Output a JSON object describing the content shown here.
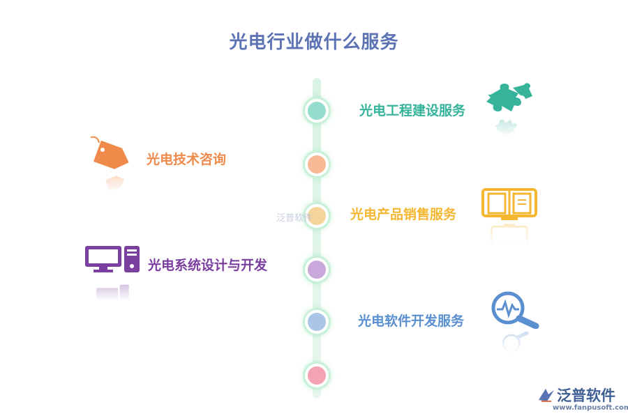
{
  "title": "光电行业做什么服务",
  "services": [
    {
      "label": "光电工程建设服务",
      "color": "#35b39b",
      "node_color": "#94dccb",
      "icon": "puzzle-icon"
    },
    {
      "label": "光电技术咨询",
      "color": "#f08a4b",
      "node_color": "#f8b994",
      "icon": "tag-icon"
    },
    {
      "label": "光电产品销售服务",
      "color": "#f5b731",
      "node_color": "#f4d49a",
      "icon": "book-icon"
    },
    {
      "label": "光电系统设计与开发",
      "color": "#7b3fa0",
      "node_color": "#c9a8dc",
      "icon": "computer-icon"
    },
    {
      "label": "光电软件开发服务",
      "color": "#5a8fd0",
      "node_color": "#a9c6e8",
      "icon": "magnifier-chart-icon"
    },
    {
      "label": "",
      "color": "#e8889f",
      "node_color": "#f4a3b3",
      "icon": ""
    }
  ],
  "watermark": "泛普软件",
  "logo": {
    "name": "泛普软件",
    "url": "www.fanpusoft.com"
  }
}
